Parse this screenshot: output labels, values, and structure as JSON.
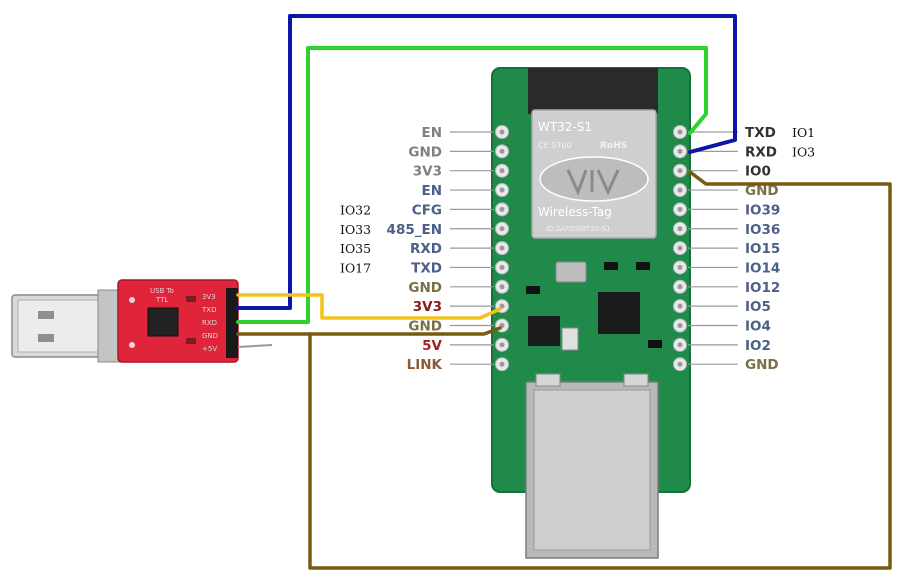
{
  "colors": {
    "pcb": "#1f8a4a",
    "pcb_edge": "#17703b",
    "module_shield": "#c9c9c9",
    "module_antenna": "#2a2a2a",
    "usb_board": "#e0243a",
    "wire_blue": "#0a16a8",
    "wire_green": "#2fd12f",
    "wire_yellow": "#f2c21b",
    "wire_brown": "#7a5a10",
    "label_gray": "#808080",
    "label_3v3_red": "#8b1a1a",
    "label_5v_red": "#a11f1f",
    "label_link": "#8a5a3a",
    "label_gnd_olive": "#7a7046",
    "label_blue": "#4c5f86",
    "label_dark": "#333333"
  },
  "module": {
    "model": "WT32-S1",
    "cert": "CE 0700",
    "rohs": "RoHS",
    "brand": "Wireless-Tag",
    "id_line": "ID:2AFOSWT32-S1"
  },
  "usb_adapter": {
    "title_line1": "USB To",
    "title_line2": "TTL",
    "pins": [
      "3V3",
      "TXD",
      "RXD",
      "GND",
      "+5V"
    ]
  },
  "left_pins": [
    {
      "label": "EN",
      "color": "label_gray",
      "gpio": ""
    },
    {
      "label": "GND",
      "color": "label_gray",
      "gpio": ""
    },
    {
      "label": "3V3",
      "color": "label_gray",
      "gpio": ""
    },
    {
      "label": "EN",
      "color": "label_blue",
      "gpio": ""
    },
    {
      "label": "CFG",
      "color": "label_blue",
      "gpio": "IO32"
    },
    {
      "label": "485_EN",
      "color": "label_blue",
      "gpio": "IO33"
    },
    {
      "label": "RXD",
      "color": "label_blue",
      "gpio": "IO35"
    },
    {
      "label": "TXD",
      "color": "label_blue",
      "gpio": "IO17"
    },
    {
      "label": "GND",
      "color": "label_gnd_olive",
      "gpio": ""
    },
    {
      "label": "3V3",
      "color": "label_3v3_red",
      "gpio": ""
    },
    {
      "label": "GND",
      "color": "label_gnd_olive",
      "gpio": ""
    },
    {
      "label": "5V",
      "color": "label_5v_red",
      "gpio": ""
    },
    {
      "label": "LINK",
      "color": "label_link",
      "gpio": ""
    }
  ],
  "right_pins": [
    {
      "label": "TXD",
      "color": "label_dark",
      "gpio": "IO1"
    },
    {
      "label": "RXD",
      "color": "label_dark",
      "gpio": "IO3"
    },
    {
      "label": "IO0",
      "color": "label_dark",
      "gpio": ""
    },
    {
      "label": "GND",
      "color": "label_gnd_olive",
      "gpio": ""
    },
    {
      "label": "IO39",
      "color": "label_blue",
      "gpio": ""
    },
    {
      "label": "IO36",
      "color": "label_blue",
      "gpio": ""
    },
    {
      "label": "IO15",
      "color": "label_blue",
      "gpio": ""
    },
    {
      "label": "IO14",
      "color": "label_blue",
      "gpio": ""
    },
    {
      "label": "IO12",
      "color": "label_blue",
      "gpio": ""
    },
    {
      "label": "IO5",
      "color": "label_blue",
      "gpio": ""
    },
    {
      "label": "IO4",
      "color": "label_blue",
      "gpio": ""
    },
    {
      "label": "IO2",
      "color": "label_blue",
      "gpio": ""
    },
    {
      "label": "GND",
      "color": "label_gnd_olive",
      "gpio": ""
    }
  ]
}
